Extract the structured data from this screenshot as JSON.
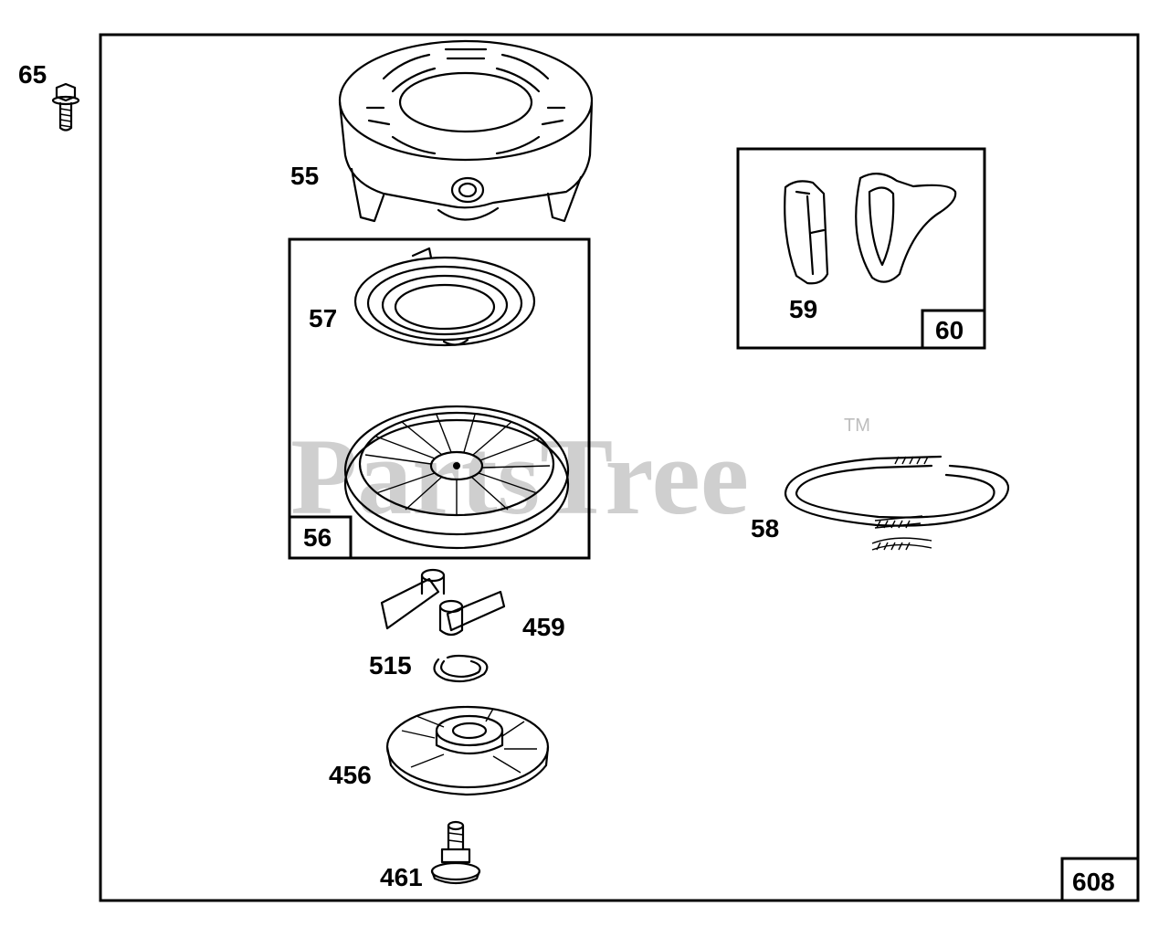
{
  "watermark": {
    "text": "PartsTree",
    "trademark": "TM"
  },
  "diagram_number": "608",
  "groups": [
    {
      "id": "56",
      "label": "56"
    },
    {
      "id": "60",
      "label": "60"
    }
  ],
  "parts": [
    {
      "id": "65",
      "label": "65",
      "icon": "flange-bolt-icon"
    },
    {
      "id": "55",
      "label": "55",
      "icon": "starter-housing-icon"
    },
    {
      "id": "57",
      "label": "57",
      "icon": "rewind-spring-icon"
    },
    {
      "id": "59",
      "label": "59",
      "icon": "starter-handle-icon"
    },
    {
      "id": "58",
      "label": "58",
      "icon": "starter-rope-icon"
    },
    {
      "id": "459",
      "label": "459",
      "icon": "starter-pawl-icon"
    },
    {
      "id": "515",
      "label": "515",
      "icon": "retainer-ring-icon"
    },
    {
      "id": "456",
      "label": "456",
      "icon": "starter-hub-icon"
    },
    {
      "id": "461",
      "label": "461",
      "icon": "center-screw-icon"
    }
  ]
}
